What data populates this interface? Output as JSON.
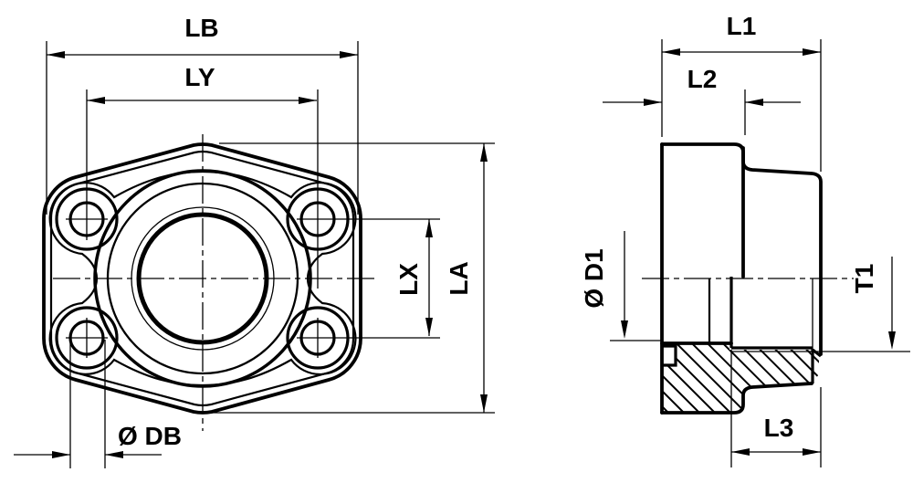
{
  "drawing": {
    "title": "4-bolt flange adapter engineering drawing",
    "colors": {
      "line": "#000000",
      "background": "#ffffff"
    },
    "front_view": {
      "name": "flange front view",
      "labels": {
        "overall_width": "LB",
        "bolt_spacing_horizontal": "LY",
        "bolt_spacing_vertical": "LX",
        "overall_height": "LA",
        "bolt_hole_diameter": "Ø DB"
      }
    },
    "side_view": {
      "name": "flange side section view",
      "labels": {
        "total_length": "L1",
        "flange_thickness": "L2",
        "bore_diameter": "Ø D1",
        "thread": "T1",
        "thread_length": "L3"
      }
    }
  }
}
